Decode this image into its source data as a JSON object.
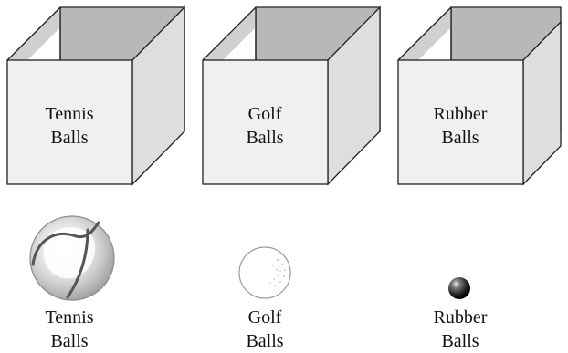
{
  "boxes": [
    {
      "line1": "Tennis",
      "line2": "Balls"
    },
    {
      "line1": "Golf",
      "line2": "Balls"
    },
    {
      "line1": "Rubber",
      "line2": "Balls"
    }
  ],
  "balls": [
    {
      "line1": "Tennis",
      "line2": "Balls"
    },
    {
      "line1": "Golf",
      "line2": "Balls"
    },
    {
      "line1": "Rubber",
      "line2": "Balls"
    }
  ],
  "colors": {
    "box_front": "#f0f0f0",
    "box_side": "#dedede",
    "box_back": "#b8b8b8",
    "outline": "#222222"
  }
}
